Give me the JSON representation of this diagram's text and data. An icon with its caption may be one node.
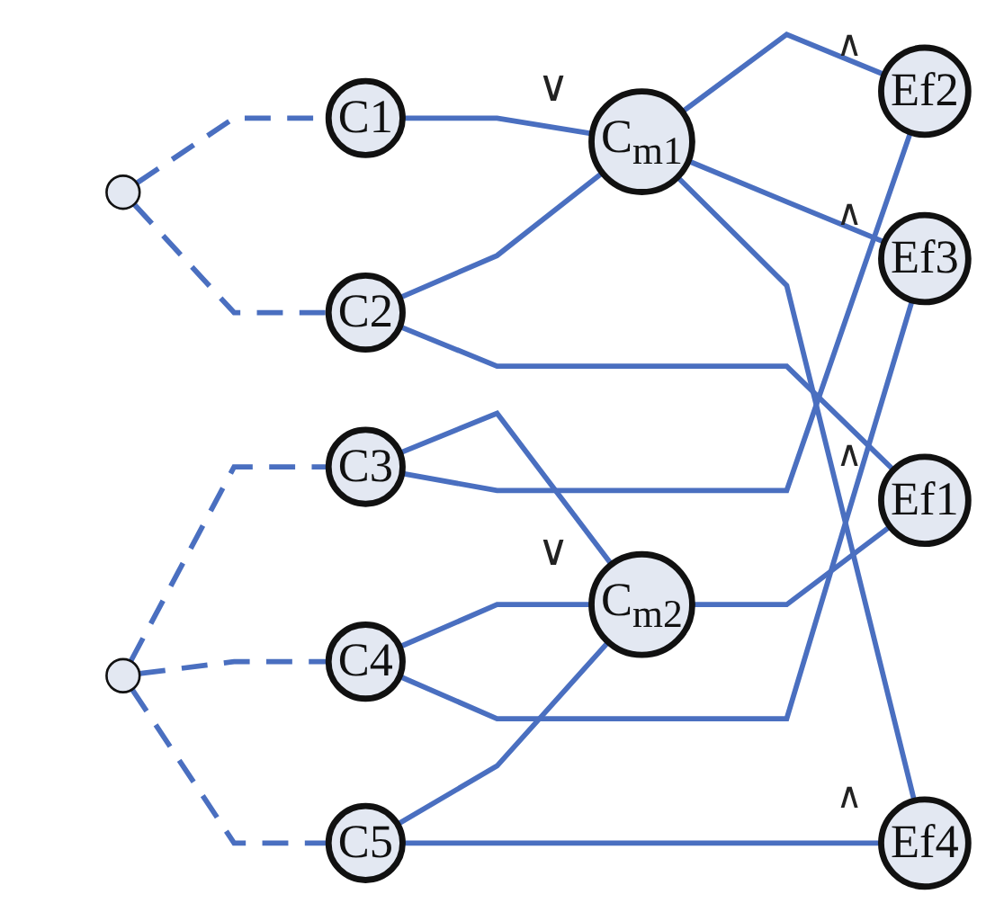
{
  "diagram": {
    "nodes": [
      {
        "text": [],
        "shape": "circle"
      },
      {
        "text": [],
        "shape": "circle"
      },
      {
        "text": [
          "C1"
        ]
      },
      {
        "text": [
          "C2"
        ]
      },
      {
        "text": [
          "C3"
        ]
      },
      {
        "text": [
          "C4"
        ]
      },
      {
        "text": [
          "C5"
        ]
      },
      {
        "text": [
          "C$_{m1}$"
        ],
        "beside": [
          "∨"
        ]
      },
      {
        "text": [
          "C$_{m2}$"
        ],
        "beside": [
          "∨"
        ]
      },
      {
        "text": [
          "Ef1"
        ],
        "beside": [
          "∧"
        ]
      },
      {
        "text": [
          "Ef2"
        ],
        "beside": [
          "∧"
        ]
      },
      {
        "text": [
          "Ef3"
        ],
        "beside": [
          "∧"
        ]
      },
      {
        "text": [
          "Ef4"
        ],
        "beside": [
          "∧"
        ]
      }
    ],
    "edges": [
      {
        "from": 0,
        "to": 2,
        "arrow": "none",
        "style": "dashed"
      },
      {
        "from": 0,
        "to": 3,
        "arrow": "none",
        "style": "dashed"
      },
      {
        "from": 1,
        "to": 4,
        "arrow": "none",
        "style": "dashed"
      },
      {
        "from": 1,
        "to": 5,
        "arrow": "none",
        "style": "dashed"
      },
      {
        "from": 1,
        "to": 6,
        "arrow": "none",
        "style": "dashed"
      },
      {
        "from": 2,
        "to": 7,
        "arrow": "none"
      },
      {
        "from": 3,
        "to": 7,
        "arrow": "none"
      },
      {
        "from": 3,
        "to": 9,
        "arrow": "none"
      },
      {
        "from": 4,
        "to": 8,
        "arrow": "none"
      },
      {
        "from": 5,
        "to": 8,
        "arrow": "none"
      },
      {
        "from": 6,
        "to": 8,
        "arrow": "none"
      },
      {
        "from": 4,
        "to": 10,
        "arrow": "none"
      },
      {
        "from": 5,
        "to": 11,
        "arrow": "none"
      },
      {
        "from": 6,
        "to": 12,
        "arrow": "none"
      },
      {
        "from": 8,
        "to": 9,
        "arrow": "none"
      },
      {
        "from": 7,
        "to": 10,
        "arrow": "none"
      },
      {
        "from": 7,
        "to": 11,
        "arrow": "none"
      },
      {
        "from": 7,
        "to": 12,
        "arrow": "none"
      }
    ]
  }
}
